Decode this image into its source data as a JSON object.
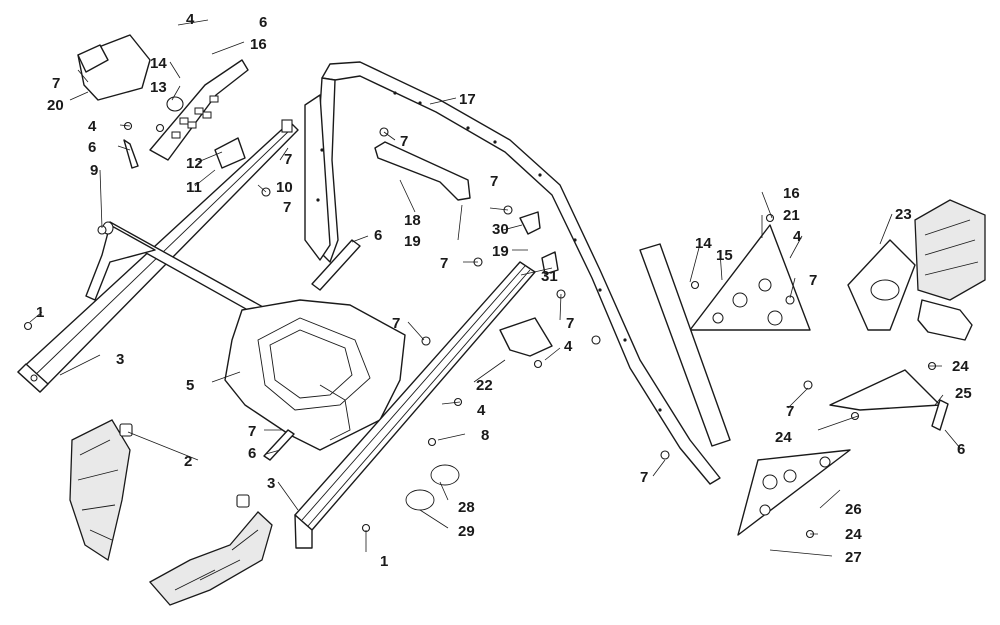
{
  "diagram": {
    "callouts": [
      "1",
      "2",
      "3",
      "4",
      "5",
      "6",
      "7",
      "8",
      "9",
      "10",
      "11",
      "12",
      "13",
      "14",
      "15",
      "16",
      "17",
      "18",
      "19",
      "20",
      "21",
      "22",
      "23",
      "24",
      "25",
      "26",
      "27",
      "28",
      "29",
      "30",
      "31"
    ]
  },
  "colors": {
    "line": "#1a1a1a",
    "fill": "#ffffff",
    "shade": "#e9e9e9"
  }
}
